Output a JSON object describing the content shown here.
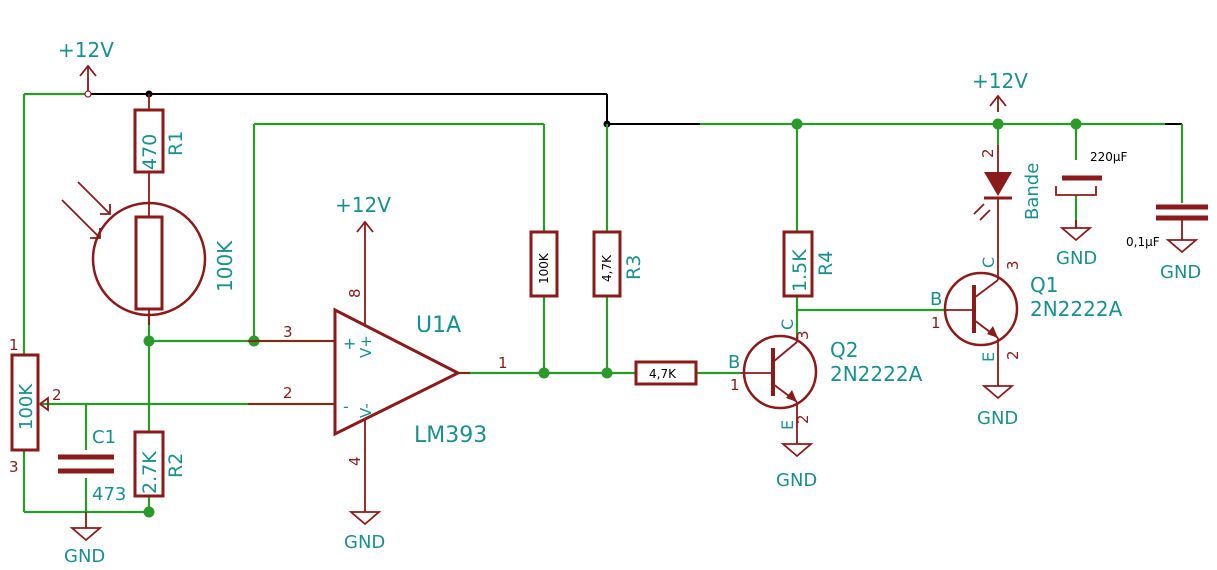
{
  "power": {
    "vcc": "+12V",
    "gnd": "GND"
  },
  "colors": {
    "wire": "#2a9a2a",
    "component": "#8b1a1a",
    "label": "#1a8f8f",
    "net": "#000000"
  },
  "components": {
    "r1": {
      "ref": "R1",
      "value": "470"
    },
    "ldr": {
      "value": "100K"
    },
    "pot": {
      "value": "100K",
      "pins": [
        "1",
        "2",
        "3"
      ]
    },
    "c1": {
      "ref": "C1",
      "value": "473"
    },
    "r2": {
      "ref": "R2",
      "value": "2.7K"
    },
    "opamp": {
      "ref": "U1A",
      "part": "LM393",
      "vplus": "V+",
      "vminus": "V-",
      "plus": "+",
      "minus": "-",
      "pin_in_plus": "3",
      "pin_in_minus": "2",
      "pin_out": "1",
      "pin_vcc": "8",
      "pin_gnd": "4"
    },
    "r_pull": {
      "value": "100K"
    },
    "r3": {
      "ref": "R3",
      "value": "4,7K"
    },
    "r_base": {
      "value": "4,7K"
    },
    "r4": {
      "ref": "R4",
      "value": "1.5K"
    },
    "q2": {
      "ref": "Q2",
      "part": "2N2222A",
      "b": "B",
      "c": "C",
      "e": "E",
      "pin_b": "1",
      "pin_c": "3",
      "pin_e": "2"
    },
    "q1": {
      "ref": "Q1",
      "part": "2N2222A",
      "b": "B",
      "c": "C",
      "e": "E",
      "pin_b": "1",
      "pin_c": "3",
      "pin_e": "2"
    },
    "led": {
      "label": "Bande",
      "pin": "2"
    },
    "c_bulk": {
      "value": "220µF"
    },
    "c_dec": {
      "value": "0,1µF"
    }
  }
}
